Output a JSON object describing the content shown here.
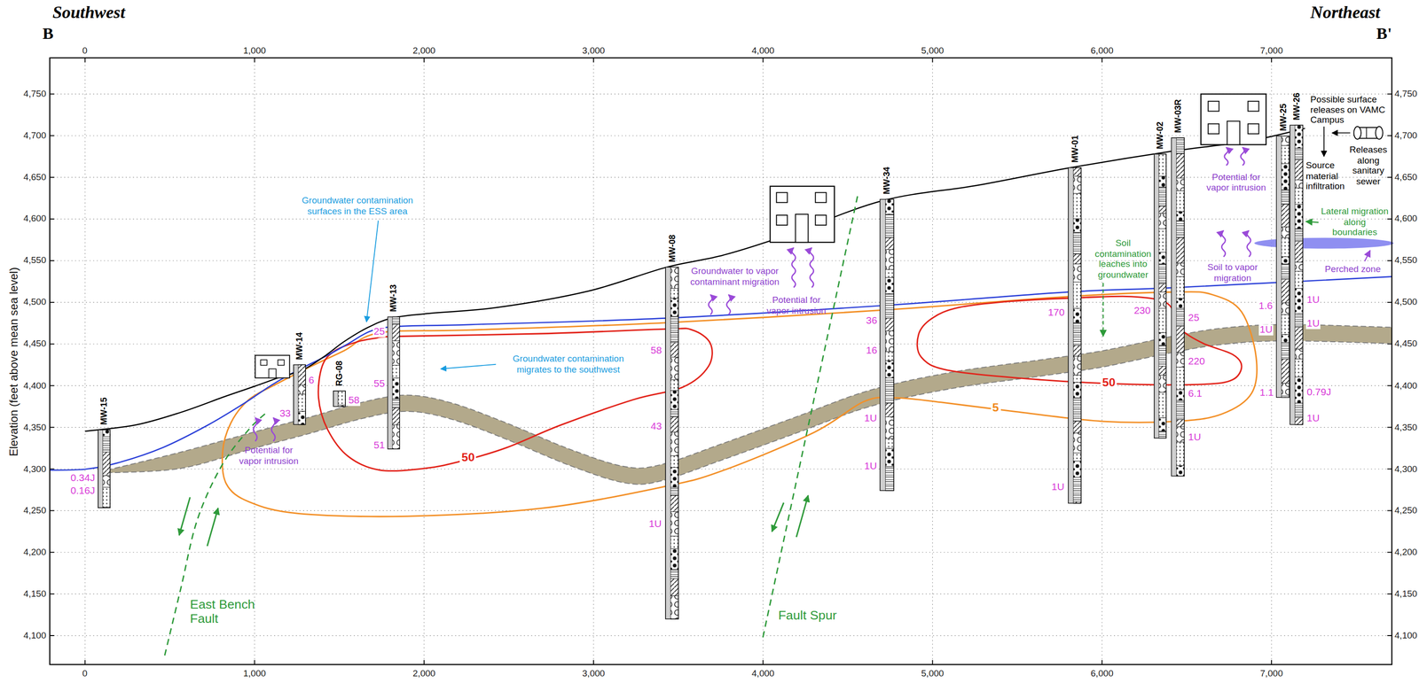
{
  "diagram": {
    "nodes": [
      {
        "text": [
          "MW-15"
        ]
      },
      {
        "text": [
          "MW-14"
        ]
      },
      {
        "text": [
          "RG-08"
        ]
      },
      {
        "text": [
          "MW-13"
        ]
      },
      {
        "text": [
          "MW-08"
        ]
      },
      {
        "text": [
          "MW-34"
        ]
      },
      {
        "text": [
          "MW-01"
        ]
      },
      {
        "text": [
          "MW-02"
        ]
      },
      {
        "text": [
          "MW-03R"
        ]
      },
      {
        "text": [
          "MW-25"
        ]
      },
      {
        "text": [
          "MW-26"
        ]
      }
    ],
    "labels": [
      "Southwest",
      "Northeast",
      "B",
      "B'",
      "Elevation (feet above mean sea level)",
      "0",
      "1,000",
      "2,000",
      "3,000",
      "4,000",
      "5,000",
      "6,000",
      "7,000",
      "0",
      "1,000",
      "2,000",
      "3,000",
      "4,000",
      "5,000",
      "6,000",
      "7,000",
      "4,750",
      "4,700",
      "4,650",
      "4,600",
      "4,550",
      "4,500",
      "4,450",
      "4,400",
      "4,350",
      "4,300",
      "4,250",
      "4,200",
      "4,150",
      "4,100",
      "4,750",
      "4,700",
      "4,650",
      "4,600",
      "4,550",
      "4,500",
      "4,450",
      "4,400",
      "4,350",
      "4,300",
      "4,250",
      "4,200",
      "4,150",
      "4,100",
      "Groundwater contamination surfaces in the ESS area",
      "Groundwater contamination migrates to the southwest",
      "Groundwater to vapor contaminant migration",
      "Potential for vapor intrusion",
      "Potential for vapor intrusion",
      "Potential for vapor intrusion",
      "Soil to vapor migration",
      "Soil contamination leaches into groundwater",
      "Lateral migration along boundaries",
      "Perched zone",
      "Possible surface releases on VAMC Campus",
      "Source material infiltration",
      "Releases along sanitary sewer",
      "East Bench Fault",
      "Fault Spur",
      "50",
      "50",
      "5",
      "0.34J",
      "0.16J",
      "33",
      "6",
      "58",
      "25",
      "55",
      "51",
      "58",
      "43",
      "1U",
      "36",
      "16",
      "1U",
      "1U",
      "170",
      "1U",
      "230",
      "25",
      "220",
      "6.1",
      "1U",
      "1.6",
      "1U",
      "1.1",
      "1U",
      "1U",
      "0.79J",
      "1U"
    ]
  }
}
